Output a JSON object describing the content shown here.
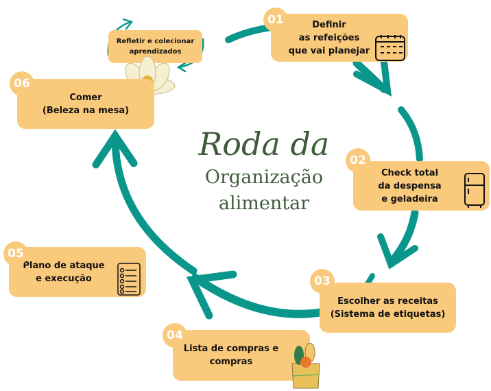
{
  "title": {
    "line1": "Roda da",
    "line2": "Organização\nalimentar"
  },
  "colors": {
    "box": "#f9c97c",
    "arrow": "#0a968b",
    "title": "#3f5b3b"
  },
  "steps": [
    {
      "number": "01",
      "text": "Definir\nas refeições\nque vai planejar",
      "icon": "calendar-icon"
    },
    {
      "number": "02",
      "text": "Check total\nda despensa\ne geladeira",
      "icon": "fridge-icon"
    },
    {
      "number": "03",
      "text": "Escolher as receitas\n(Sistema de etiquetas)"
    },
    {
      "number": "04",
      "text": "Lista de compras e\ncompras",
      "icon": "grocery-bag-icon"
    },
    {
      "number": "05",
      "text": "Plano de ataque\ne execução",
      "icon": "checklist-icon"
    },
    {
      "number": "06",
      "text": "Comer\n(Beleza na mesa)"
    }
  ],
  "reflect": {
    "text": "Refletir e colecionar\naprendizados",
    "icon": "flower-icon"
  }
}
